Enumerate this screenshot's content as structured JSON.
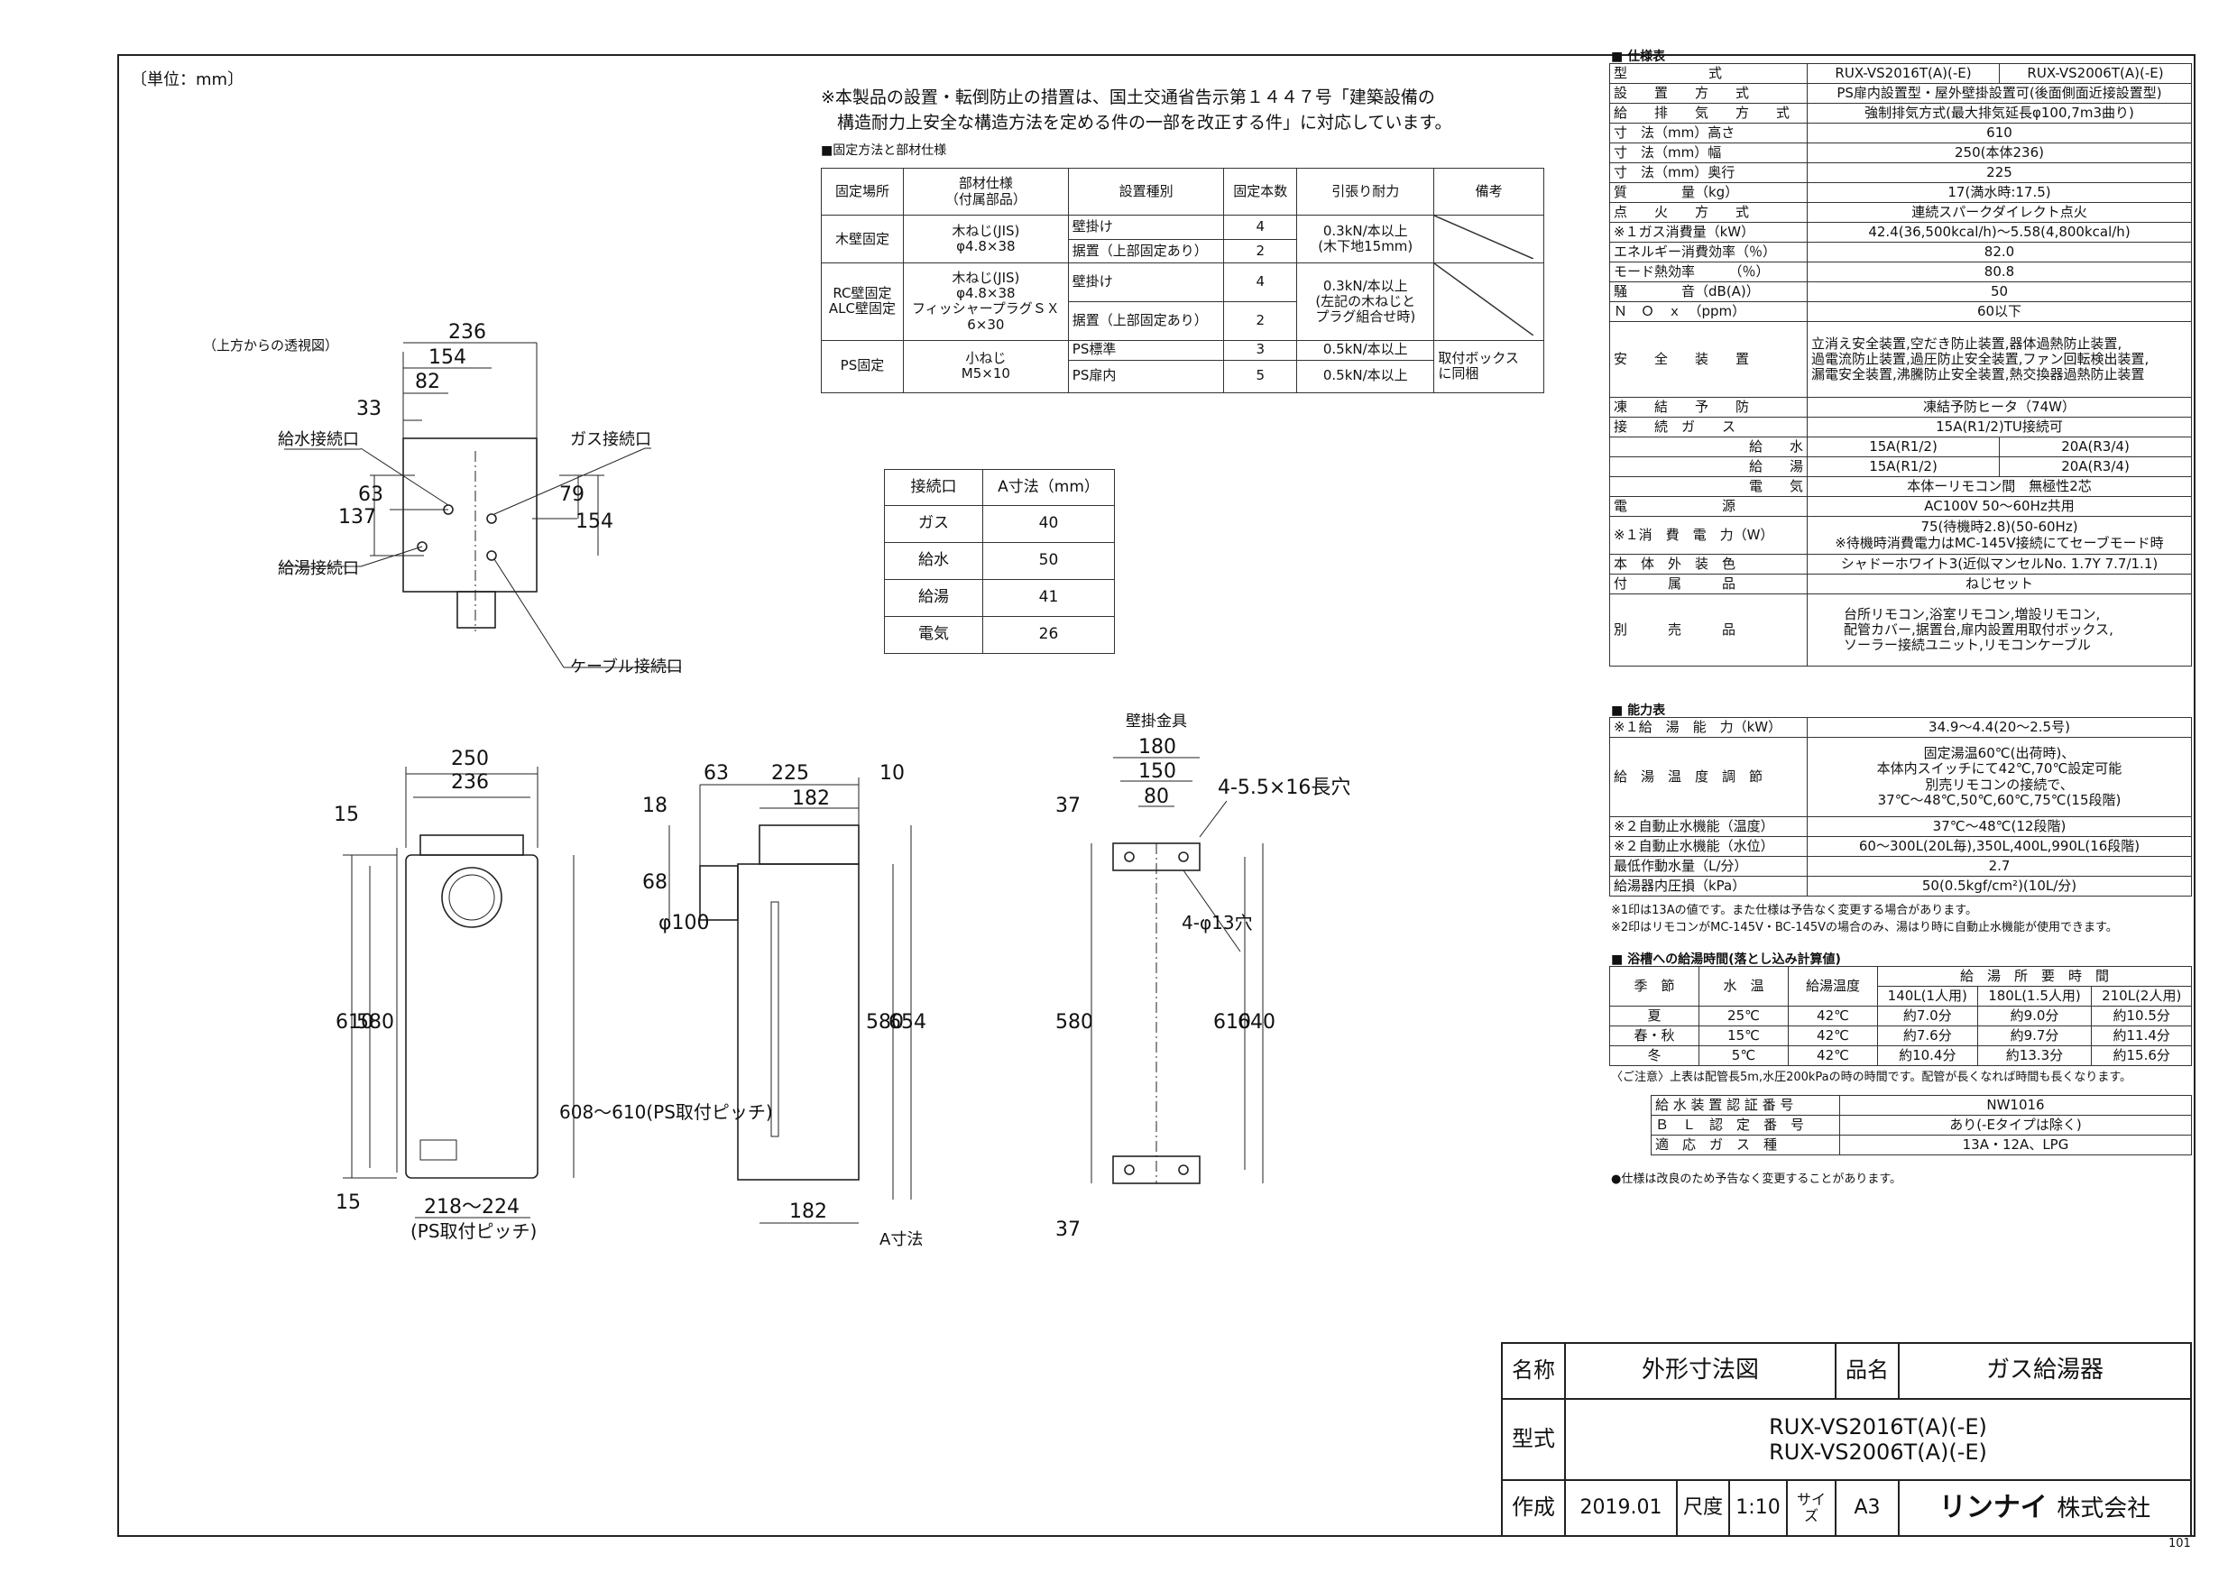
{
  "unit_label": "〔単位：mm〕",
  "notice": [
    "※本製品の設置・転倒防止の措置は、国土交通省告示第１４４７号「建築設備の",
    "構造耐力上安全な構造方法を定める件の一部を改正する件」に対応しています。"
  ],
  "fix_title": "■固定方法と部材仕様",
  "fix_table": {
    "headers": [
      "固定場所",
      "部材仕様\n（付属部品）",
      "設置種別",
      "固定本数",
      "引張り耐力",
      "備考"
    ],
    "rows": [
      [
        "木壁固定",
        "木ねじ(JIS)\nφ4.8×38",
        "壁掛け",
        "4",
        "0.3kN/本以上\n(木下地15mm)",
        ""
      ],
      [
        "",
        "",
        "据置（上部固定あり）",
        "2",
        "",
        ""
      ],
      [
        "RC壁固定\nALC壁固定",
        "木ねじ(JIS)\nφ4.8×38\nフィッシャープラグＳＸ\n6×30",
        "壁掛け",
        "4",
        "0.3kN/本以上\n(左記の木ねじと\nプラグ組合せ時)",
        ""
      ],
      [
        "",
        "",
        "据置（上部固定あり）",
        "2",
        "",
        ""
      ],
      [
        "PS固定",
        "小ねじ\nM5×10",
        "PS標準",
        "3",
        "0.5kN/本以上",
        "取付ボックス\nに同梱"
      ],
      [
        "",
        "",
        "PS扉内",
        "5",
        "0.5kN/本以上",
        ""
      ]
    ]
  },
  "conn_table": {
    "headers": [
      "接続口",
      "A寸法（mm）"
    ],
    "rows": [
      [
        "ガス",
        "40"
      ],
      [
        "給水",
        "50"
      ],
      [
        "給湯",
        "41"
      ],
      [
        "電気",
        "26"
      ]
    ]
  },
  "top_view": {
    "title": "（上方からの透視図）",
    "labels": {
      "water_in": "給水接続口",
      "gas": "ガス接続口",
      "hot": "給湯接続口",
      "cable": "ケーブル接続口"
    },
    "dims": {
      "d236": "236",
      "d154": "154",
      "d82": "82",
      "d33": "33",
      "d137": "137",
      "d63": "63",
      "d79": "79",
      "d154v": "154"
    }
  },
  "front_view": {
    "dims": {
      "w250": "250",
      "w236": "236",
      "h15a": "15",
      "h610": "610",
      "h580": "580",
      "pitch": "608〜610(PS取付ピッチ)",
      "h15b": "15",
      "bottom": "218〜224",
      "bottom_note": "(PS取付ピッチ)"
    }
  },
  "side_view": {
    "dims": {
      "d63": "63",
      "d225": "225",
      "d10": "10",
      "d182": "182",
      "d18": "18",
      "d68": "68",
      "phi100": "φ100",
      "d580": "580",
      "d654": "654",
      "d182b": "182",
      "a": "A寸法"
    }
  },
  "bracket_view": {
    "title": "壁掛金具",
    "dims": {
      "d180": "180",
      "d150": "150",
      "d80": "80",
      "slot": "4-5.5×16長穴",
      "hole": "4-φ13穴",
      "d37a": "37",
      "d580": "580",
      "d610": "610",
      "d640": "640",
      "d37b": "37"
    }
  },
  "spec": {
    "title": "■ 仕様表",
    "rows": [
      [
        "型　　　　　　式",
        "RUX-VS2016T(A)(-E)",
        "RUX-VS2006T(A)(-E)"
      ],
      [
        "設　　置　　方　　式",
        "PS扉内設置型・屋外壁掛設置可(後面側面近接設置型)"
      ],
      [
        "給　　排　　気　　方　　式",
        "強制排気方式(最大排気延長φ100,7m3曲り)"
      ],
      [
        "寸　法（mm）高さ",
        "610"
      ],
      [
        "寸　法（mm）幅",
        "250(本体236)"
      ],
      [
        "寸　法（mm）奥行",
        "225"
      ],
      [
        "質　　　　量（kg）",
        "17(満水時:17.5)"
      ],
      [
        "点　　火　　方　　式",
        "連続スパークダイレクト点火"
      ],
      [
        "※１ガス消費量（kW）",
        "42.4(36,500kcal/h)〜5.58(4,800kcal/h)"
      ],
      [
        "エネルギー消費効率（％）",
        "82.0"
      ],
      [
        "モード熱効率　　　（％）",
        "80.8"
      ],
      [
        "騒　　　　音（dB(A)）",
        "50"
      ],
      [
        "Ｎ　Ｏ　ｘ　（ppm）",
        "60以下"
      ]
    ],
    "safety_label": "安　　全　　装　　置",
    "safety": [
      "立消え安全装置,空だき防止装置,器体過熱防止装置,",
      "過電流防止装置,過圧防止安全装置,ファン回転検出装置,",
      "漏電安全装置,沸騰防止安全装置,熱交換器過熱防止装置"
    ],
    "freeze": [
      "凍　　結　　予　　防",
      "凍結予防ヒータ（74W）"
    ],
    "conn_label": "接　　続",
    "conn": [
      [
        "ガ　　ス",
        "15A(R1/2)TU接続可",
        ""
      ],
      [
        "給　　水",
        "15A(R1/2)",
        "20A(R3/4)"
      ],
      [
        "給　　湯",
        "15A(R1/2)",
        "20A(R3/4)"
      ],
      [
        "電　　気",
        "本体ーリモコン間　無極性2芯",
        ""
      ]
    ],
    "power": [
      "電　　　　　　　源",
      "AC100V 50〜60Hz共用"
    ],
    "consumption": [
      "※１消　費　電　力（W）",
      "75(待機時2.8)(50-60Hz)",
      "※待機時消費電力はMC-145V接続にてセーブモード時"
    ],
    "color": [
      "本　体　外　装　色",
      "シャドーホワイト3(近似マンセルNo. 1.7Y 7.7/1.1)"
    ],
    "accessory": [
      "付　　　属　　　品",
      "ねじセット"
    ],
    "sold_label": "別　　　売　　　品",
    "sold": [
      "台所リモコン,浴室リモコン,増設リモコン,",
      "配管カバー,据置台,扉内設置用取付ボックス,",
      "ソーラー接続ユニット,リモコンケーブル"
    ]
  },
  "ability": {
    "title": "■ 能力表",
    "rows": [
      [
        "※１給　湯　能　力（kW）",
        "34.9〜4.4(20〜2.5号)"
      ],
      [
        "給　湯　温　度　調　節",
        "固定湯温60℃(出荷時)、\n本体内スイッチにて42℃,70℃設定可能\n別売リモコンの接続で、\n37℃〜48℃,50℃,60℃,75℃(15段階)"
      ],
      [
        "※２自動止水機能（温度）",
        "37℃〜48℃(12段階)"
      ],
      [
        "※２自動止水機能（水位）",
        "60〜300L(20L毎),350L,400L,990L(16段階)"
      ],
      [
        "最低作動水量（L/分）",
        "2.7"
      ],
      [
        "給湯器内圧損（kPa）",
        "50(0.5kgf/cm²)(10L/分)"
      ]
    ],
    "notes": [
      "※1印は13Aの値です。また仕様は予告なく変更する場合があります。",
      "※2印はリモコンがMC-145V・BC-145Vの場合のみ、湯はり時に自動止水機能が使用できます。"
    ]
  },
  "bath": {
    "title": "■ 浴槽への給湯時間(落とし込み計算値)",
    "headers": [
      "季　節",
      "水　温",
      "給湯温度",
      "給　湯　所　要　時　間"
    ],
    "sub": [
      "140L(1人用)",
      "180L(1.5人用)",
      "210L(2人用)"
    ],
    "rows": [
      [
        "夏",
        "25℃",
        "42℃",
        "約7.0分",
        "約9.0分",
        "約10.5分"
      ],
      [
        "春・秋",
        "15℃",
        "42℃",
        "約7.6分",
        "約9.7分",
        "約11.4分"
      ],
      [
        "冬",
        "5℃",
        "42℃",
        "約10.4分",
        "約13.3分",
        "約15.6分"
      ]
    ],
    "note": "〈ご注意〉上表は配管長5m,水圧200kPaの時の時間です。配管が長くなれば時間も長くなります。"
  },
  "cert": [
    [
      "給 水 装 置 認 証 番 号",
      "NW1016"
    ],
    [
      "Ｂ　Ｌ　認　定　番　号",
      "あり(-Eタイプは除く)"
    ],
    [
      "適　応　ガ　ス　種",
      "13A・12A、LPG"
    ]
  ],
  "spec_note": "●仕様は改良のため予告なく変更することがあります。",
  "title_block": {
    "name_label": "名称",
    "name": "外形寸法図",
    "product_label": "品名",
    "product": "ガス給湯器",
    "model_label": "型式",
    "models": [
      "RUX-VS2016T(A)(-E)",
      "RUX-VS2006T(A)(-E)"
    ],
    "made_label": "作成",
    "date": "2019.01",
    "scale_label": "尺度",
    "scale": "1:10",
    "size_label": "サイズ",
    "size": "A3",
    "brand": "リンナイ",
    "company": "株式会社"
  },
  "page_no": "101"
}
